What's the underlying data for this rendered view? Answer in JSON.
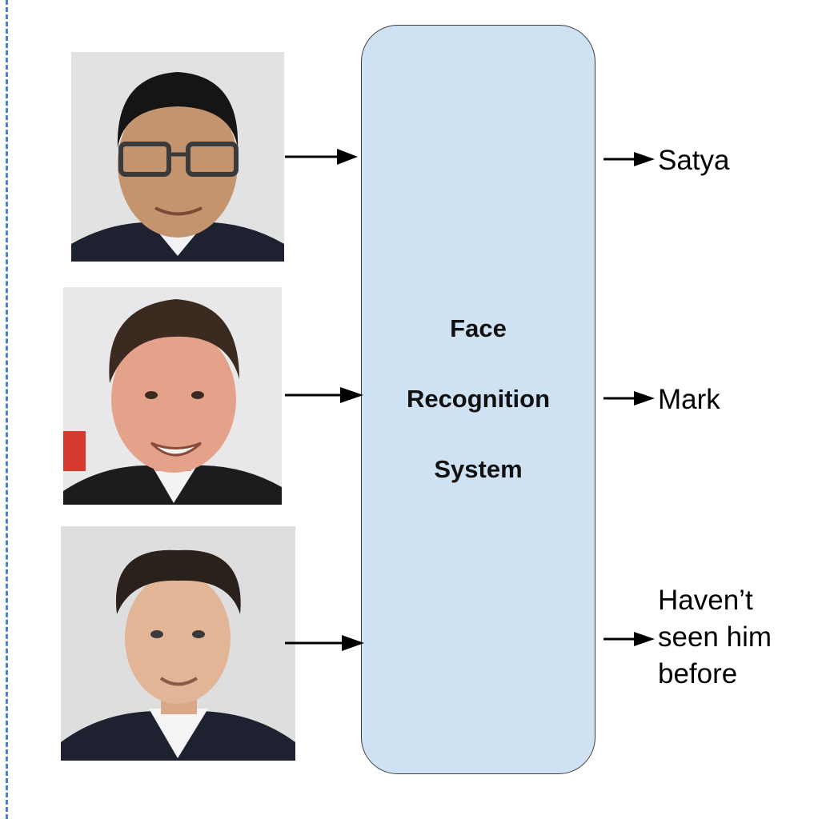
{
  "diagram": {
    "system_label_lines": [
      "Face",
      "Recognition",
      "System"
    ],
    "inputs": [
      {
        "icon": "face-photo-icon"
      },
      {
        "icon": "face-photo-icon"
      },
      {
        "icon": "face-photo-icon"
      }
    ],
    "outputs": [
      {
        "lines": [
          "Satya"
        ]
      },
      {
        "lines": [
          "Mark"
        ]
      },
      {
        "lines": [
          "Haven’t",
          "seen him",
          "before"
        ]
      }
    ]
  },
  "colors": {
    "box_fill": "#cfe2f3",
    "box_stroke": "#3c3c3c",
    "arrow": "#000000",
    "dashed_border": "#4a7fd4"
  }
}
